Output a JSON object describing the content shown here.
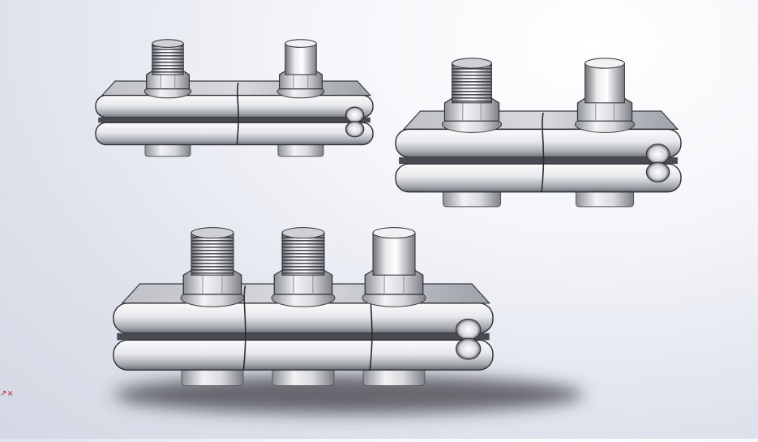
{
  "viewport": {
    "name": "cad-graphics-area",
    "colors": {
      "background_top": "#ffffff",
      "background_bottom": "#d4d8e4",
      "metal_light": "#f4f4f6",
      "metal_dark": "#6f7178",
      "shadow": "#3c3d42"
    }
  },
  "models": [
    {
      "name": "two-bolt-parallel-groove-clamp-small",
      "bolts": 2
    },
    {
      "name": "two-bolt-parallel-groove-clamp-large",
      "bolts": 2
    },
    {
      "name": "three-bolt-parallel-groove-clamp",
      "bolts": 3
    }
  ],
  "triad": {
    "icon": "coordinate-triad-icon",
    "color": "#c0202a",
    "glyph": "↗×"
  }
}
